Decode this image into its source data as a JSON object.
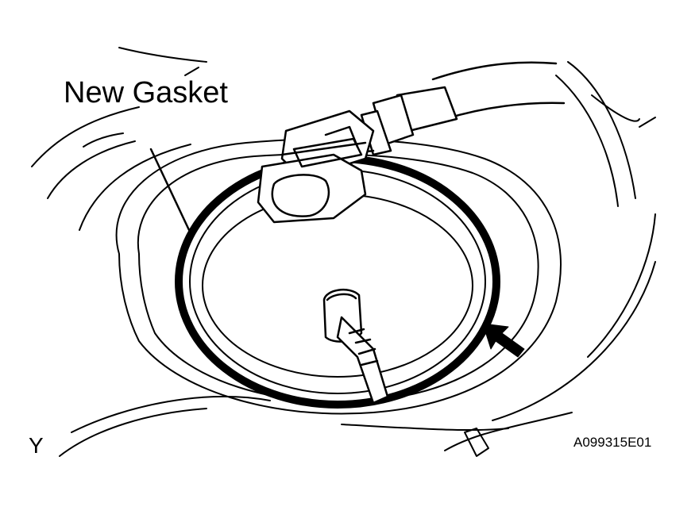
{
  "figure": {
    "callout_label": "New Gasket",
    "corner_mark": "Y",
    "figure_id": "A099315E01"
  },
  "colors": {
    "ink": "#000000",
    "paper": "#ffffff"
  }
}
